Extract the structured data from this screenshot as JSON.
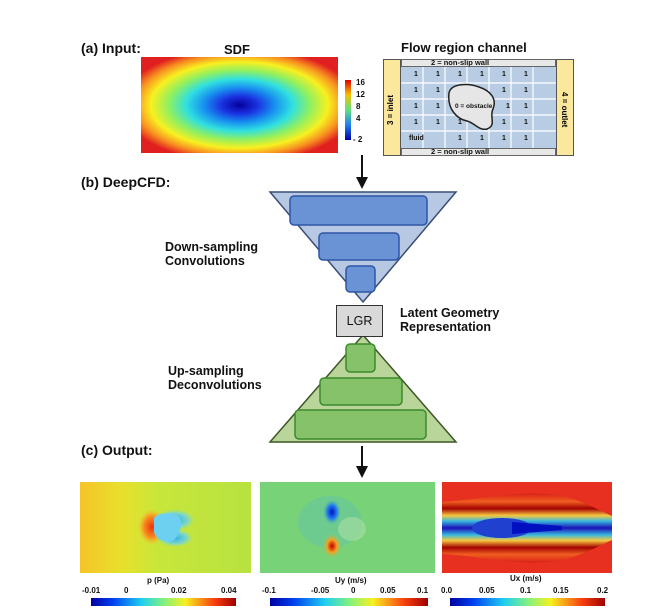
{
  "labels": {
    "input": "(a) Input:",
    "deepcfd": "(b) DeepCFD:",
    "output": "(c) Output:"
  },
  "sdf": {
    "title": "SDF",
    "colorbar_ticks": [
      "16",
      "12",
      "8",
      "4",
      "- 2"
    ]
  },
  "flow_region": {
    "title": "Flow region channel",
    "top_wall": "2 = non-slip wall",
    "bottom_wall": "2 = non-slip wall",
    "inlet": "3 = inlet",
    "outlet": "4 = outlet",
    "obstacle": "0 = obstacle",
    "fluid": "fluid",
    "cell_value": "1"
  },
  "network": {
    "down_label": [
      "Down-sampling",
      "Convolutions"
    ],
    "lgr_box": "LGR",
    "lgr_label": [
      "Latent Geometry",
      "Representation"
    ],
    "up_label": [
      "Up-sampling",
      "Deconvolutions"
    ]
  },
  "outputs": [
    {
      "title": "p (Pa)",
      "ticks": [
        "-0.01",
        "0",
        "0.02",
        "0.04"
      ],
      "colors": {
        "bg": "#c8e63a",
        "left": "#f0d030"
      }
    },
    {
      "title": "Uy (m/s)",
      "ticks": [
        "-0.1",
        "-0.05",
        "0",
        "0.05",
        "0.1"
      ],
      "colors": {
        "bg": "#78d278"
      }
    },
    {
      "title": "Ux (m/s)",
      "ticks": [
        "0.0",
        "0.05",
        "0.1",
        "0.15",
        "0.2"
      ],
      "colors": {
        "bg": "#e83020"
      }
    }
  ],
  "colors": {
    "trap_down_fill": "#b7c8e2",
    "trap_down_stroke": "#3a4d77",
    "box_down_fill": "#6a93d6",
    "box_down_stroke": "#2e56a6",
    "trap_up_fill": "#b9d59a",
    "trap_up_stroke": "#3b5726",
    "box_up_fill": "#86c26a",
    "box_up_stroke": "#3c8a2a",
    "lgr_fill": "#d9d9d9",
    "channel_cell": "#b8cce4",
    "wall_yellow": "#fbe89c"
  }
}
